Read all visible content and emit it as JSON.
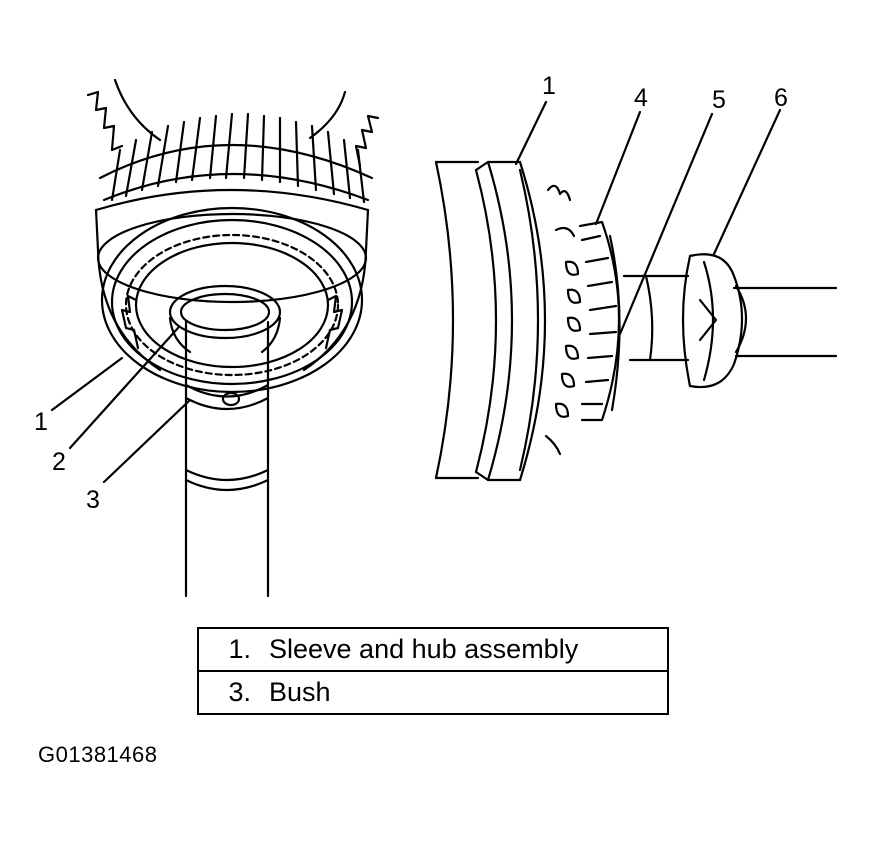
{
  "callouts_left": [
    "1",
    "2",
    "3"
  ],
  "callouts_right": [
    "1",
    "4",
    "5",
    "6"
  ],
  "legend": [
    {
      "number": "1.",
      "label": "Sleeve and hub assembly"
    },
    {
      "number": "3.",
      "label": "Bush"
    }
  ],
  "figure_id": "G01381468"
}
